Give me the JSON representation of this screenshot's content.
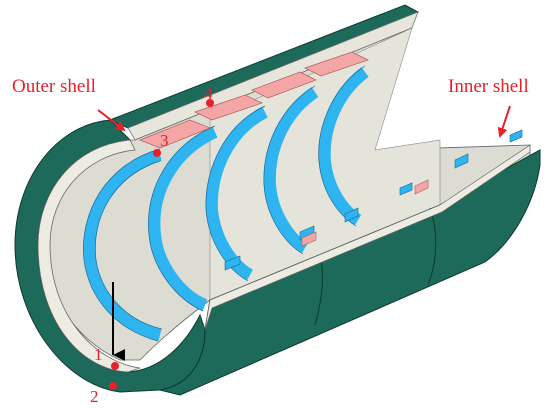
{
  "labels": {
    "outer_shell": "Outer shell",
    "inner_shell": "Inner shell"
  },
  "points": [
    {
      "id": "1",
      "label": "1"
    },
    {
      "id": "2",
      "label": "2"
    },
    {
      "id": "3",
      "label": "3"
    },
    {
      "id": "4",
      "label": "4"
    }
  ],
  "colors": {
    "outer_shell": "#1e6a5a",
    "outer_shell_dark": "#14503f",
    "inner_surface": "#dcdcd2",
    "inner_surface_light": "#ebebe2",
    "ring_stiffener": "#2eb4f0",
    "pad": "#f4a6a6",
    "label": "#e8202a",
    "arrow": "#000000"
  }
}
